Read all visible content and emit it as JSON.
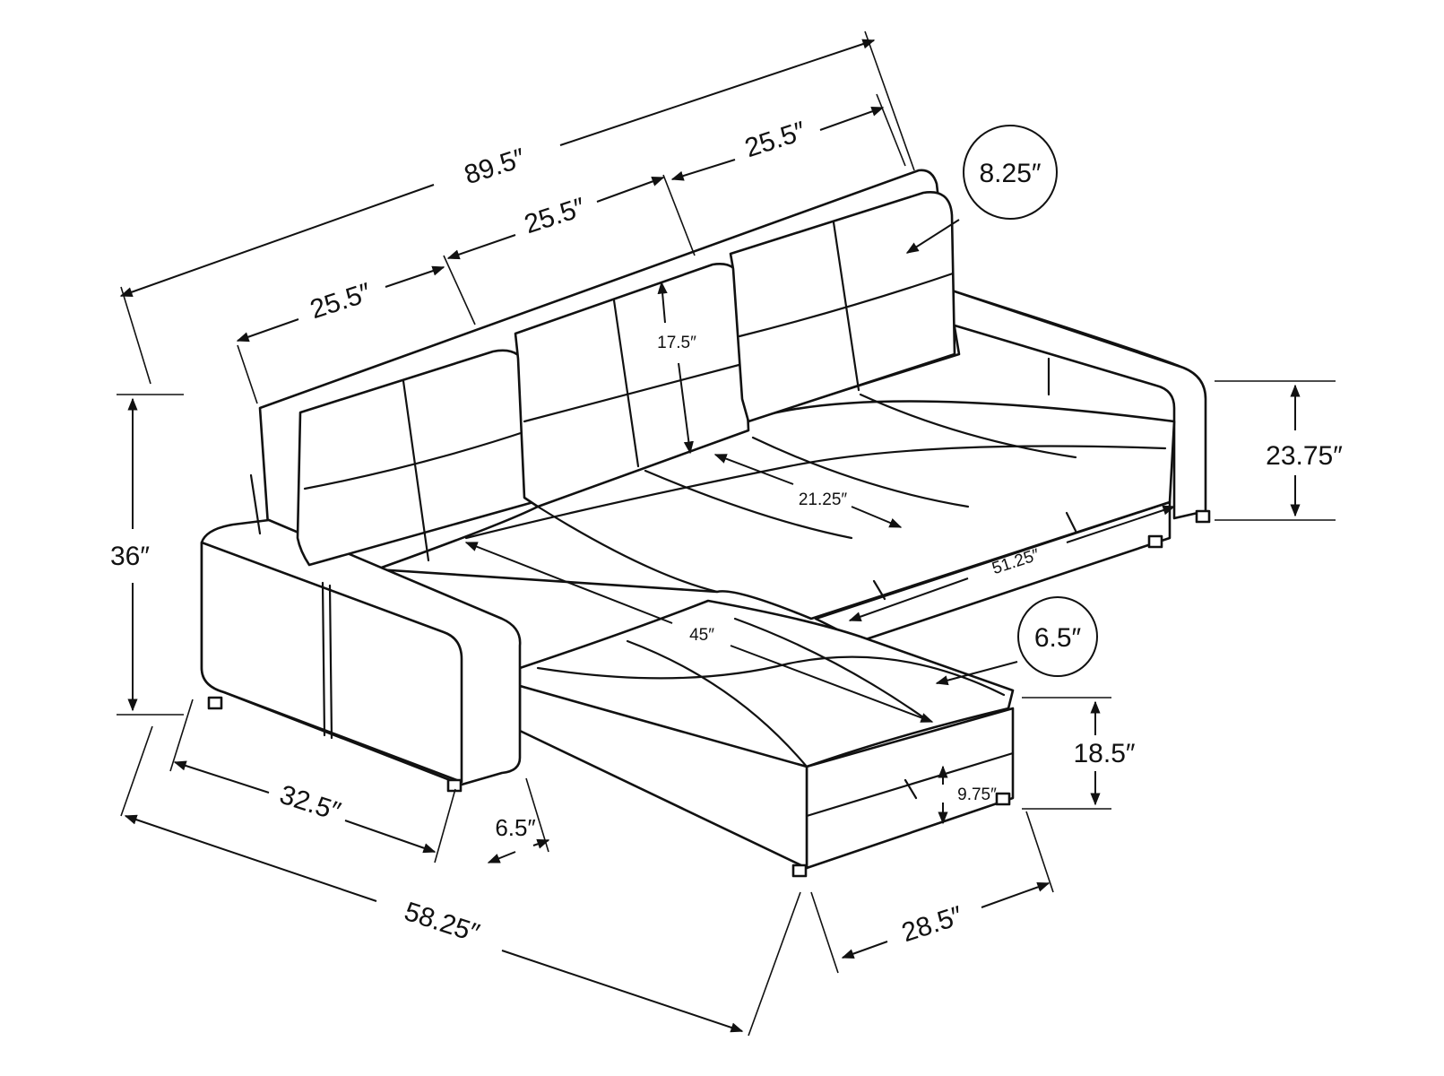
{
  "figure": {
    "colors": {
      "line": "#111111",
      "background": "#ffffff"
    },
    "dimensions": {
      "overall_width": "89.5″",
      "cushion_left": "25.5″",
      "cushion_middle": "25.5″",
      "cushion_right": "25.5″",
      "cushion_thickness": "8.25″",
      "back_height": "17.5″",
      "overall_height": "36″",
      "arm_height": "23.75″",
      "seat_depth": "21.25″",
      "sofa_seat_width": "51.25″",
      "chaise_length": "45″",
      "seat_cushion_thickness": "6.5″",
      "seat_height": "18.5″",
      "storage_height": "9.75″",
      "arm_depth": "32.5″",
      "arm_width": "6.5″",
      "overall_depth": "58.25″",
      "chaise_width": "28.5″"
    }
  }
}
